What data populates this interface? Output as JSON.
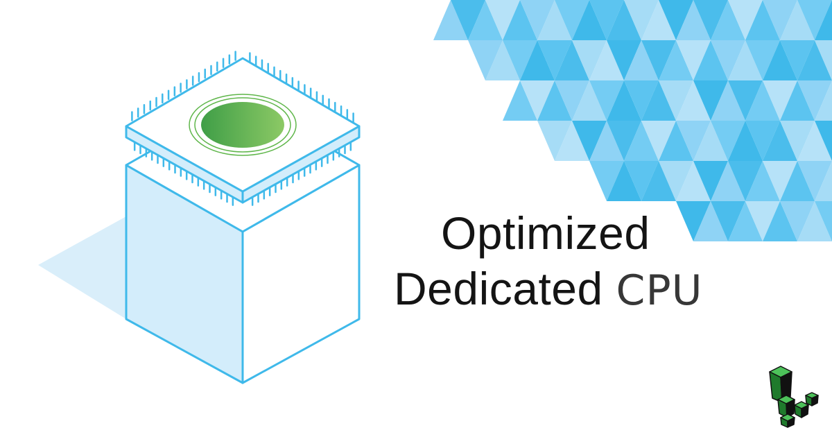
{
  "headline": {
    "line1": "Optimized",
    "line2_bold": "Dedicated",
    "line2_light": "CPU"
  },
  "colors": {
    "outline": "#3fb9ea",
    "cube_face": "#d3edfb",
    "shadow": "#dff1fb",
    "chip_core": "#5fb64a",
    "logo_green": "#34a343"
  },
  "icons": {
    "cpu_cube": "cpu-cube-illustration",
    "triangles": "triangle-mosaic-decoration",
    "logo": "cube-logo"
  }
}
